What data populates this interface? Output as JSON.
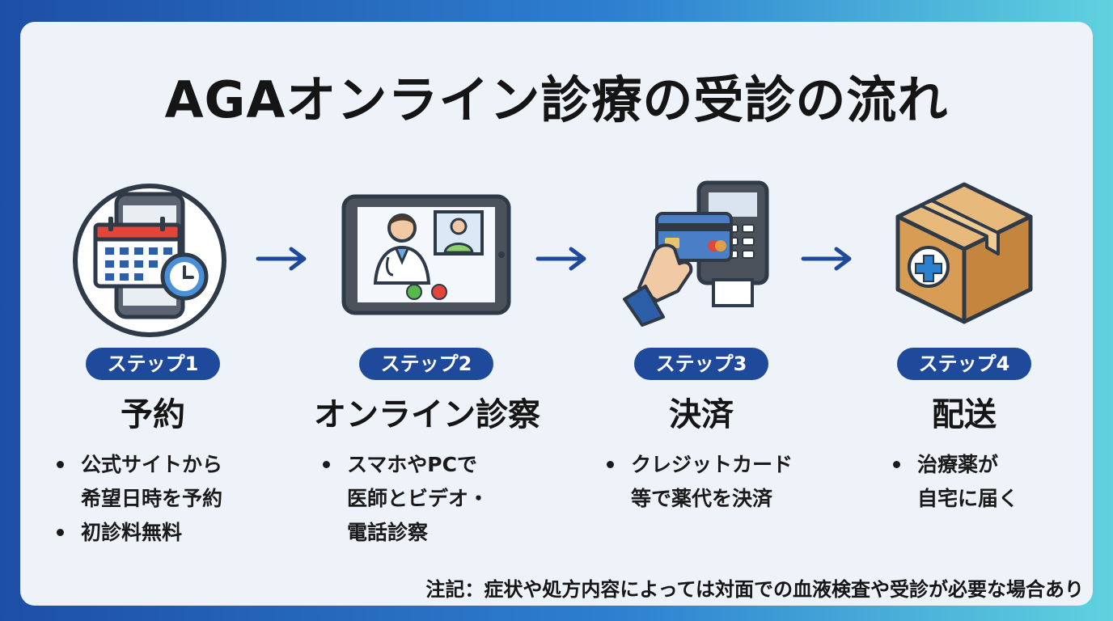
{
  "title": "AGAオンライン診療の受診の流れ",
  "steps": [
    {
      "badge": "ステップ1",
      "title": "予約",
      "icon": "calendar-smartphone-icon",
      "bullets": [
        "公式サイトから\n希望日時を予約",
        "初診料無料"
      ]
    },
    {
      "badge": "ステップ2",
      "title": "オンライン診察",
      "icon": "tablet-video-call-icon",
      "bullets": [
        "スマホやPCで\n医師とビデオ・\n電話診察"
      ]
    },
    {
      "badge": "ステップ3",
      "title": "決済",
      "icon": "credit-card-terminal-icon",
      "bullets": [
        "クレジットカード\n等で薬代を決済"
      ]
    },
    {
      "badge": "ステップ4",
      "title": "配送",
      "icon": "medical-package-icon",
      "bullets": [
        "治療薬が\n自宅に届く"
      ]
    }
  ],
  "note": "注記：症状や処方内容によっては対面での血液検査や受診が必要な場合あり",
  "colors": {
    "badge": "#1f4a9c",
    "arrow": "#1f4a9c",
    "card": "#eef3f9",
    "gradient_left": "#1d4fa5",
    "gradient_right": "#5fd2df"
  }
}
